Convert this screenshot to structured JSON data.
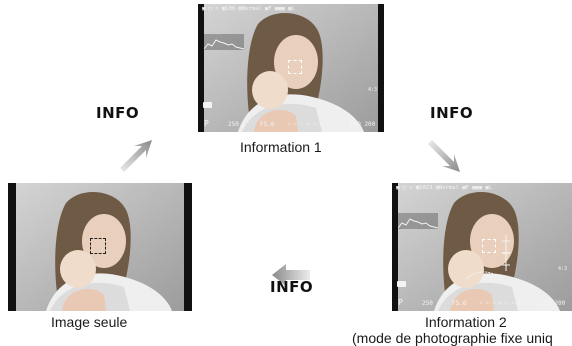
{
  "info_label": "INFO",
  "panels": {
    "information_1": {
      "caption": "Information 1",
      "overlay": {
        "top_icons": "▣ □ ▫  ▦100  ▤Normal  ▣F  ▣▣▣ ▣L",
        "mode": "P",
        "shutter": "250",
        "aperture": "F5.6",
        "exposure_scale": "-3..2..1..0..1..2..3+",
        "iso": "ISO 200",
        "side_right": "4:3"
      }
    },
    "information_2": {
      "caption": "Information 2",
      "caption_sub": "(mode de photographie fixe uniq",
      "overlay": {
        "top_icons": "▣ □ ▫  ▦1023  ▤Normal  ▣F  ▣▣▣ ▣L",
        "mode": "P",
        "shutter": "250",
        "aperture": "F5.6",
        "exposure_scale": "-3..2..1..0..1..2..3+",
        "iso": "ISO 200",
        "side_right": "4:3"
      }
    },
    "image_only": {
      "caption": "Image seule"
    }
  },
  "colors": {
    "letterbox": "#111111",
    "arrow_gradient_start": "#e9e9e9",
    "arrow_gradient_end": "#8f8f8f",
    "screen_tint": "#b9b9b9"
  },
  "icons": [
    "arrow-up-right-icon",
    "arrow-down-right-icon",
    "arrow-left-icon"
  ]
}
